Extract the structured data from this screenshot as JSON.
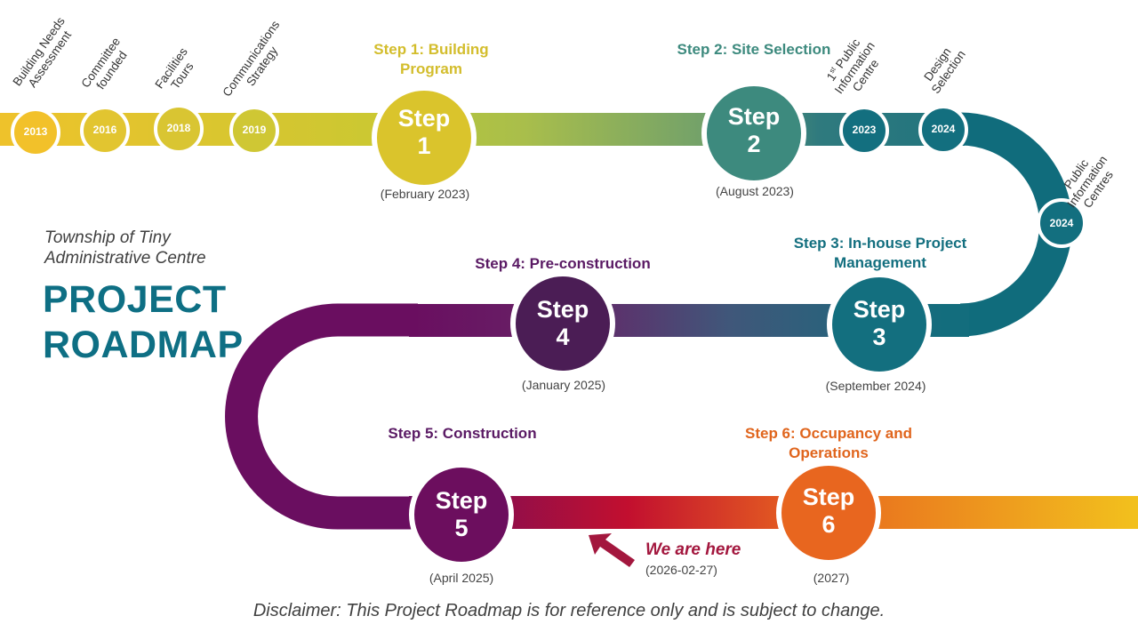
{
  "header": {
    "subtitle_line1": "Township of Tiny",
    "subtitle_line2": "Administrative Centre",
    "title_line1": "PROJECT",
    "title_line2": "ROADMAP"
  },
  "milestones": [
    {
      "year": "2013",
      "label_line1": "Building Needs",
      "label_line2": "Assessment"
    },
    {
      "year": "2016",
      "label_line1": "Committee",
      "label_line2": "founded"
    },
    {
      "year": "2018",
      "label_line1": "Facilities",
      "label_line2": "Tours"
    },
    {
      "year": "2019",
      "label_line1": "Communications",
      "label_line2": "Strategy"
    },
    {
      "year": "2023",
      "label_line1": "1st Public",
      "label_line2": "Information",
      "label_line3": "Centre"
    },
    {
      "year": "2024",
      "label_line1": "Design",
      "label_line2": "Selection"
    },
    {
      "year": "2024",
      "label_line1": "Public",
      "label_line2": "Information",
      "label_line3": "Centres"
    }
  ],
  "steps": [
    {
      "word": "Step",
      "number": "1",
      "title": "Step 1: Building Program",
      "date": "(February 2023)",
      "color": "#d9c22b"
    },
    {
      "word": "Step",
      "number": "2",
      "title": "Step 2: Site Selection",
      "date": "(August 2023)",
      "color": "#3d8a7e"
    },
    {
      "word": "Step",
      "number": "3",
      "title": "Step 3: In-house Project Management",
      "date": "(September 2024)",
      "color": "#136f7f"
    },
    {
      "word": "Step",
      "number": "4",
      "title": "Step 4: Pre-construction",
      "date": "(January 2025)",
      "color": "#4b1d55"
    },
    {
      "word": "Step",
      "number": "5",
      "title": "Step 5: Construction",
      "date": "(April 2025)",
      "color": "#6c0e5e"
    },
    {
      "word": "Step",
      "number": "6",
      "title": "Step 6: Occupancy and Operations",
      "date": "(2027)",
      "color": "#e8661f"
    }
  ],
  "marker": {
    "label": "We are here",
    "date": "(2026-02-27)"
  },
  "disclaimer": "Disclaimer: This Project Roadmap is for reference only and is subject to change.",
  "colors": {
    "title": "#0e6f84",
    "step1_title": "#d3bd2c",
    "step2_title": "#3d8a7e",
    "step3_title": "#136f7f",
    "step4_title": "#5a1a64",
    "step5_title": "#5a1a64",
    "step6_title": "#e0651d",
    "marker": "#a3173e"
  }
}
